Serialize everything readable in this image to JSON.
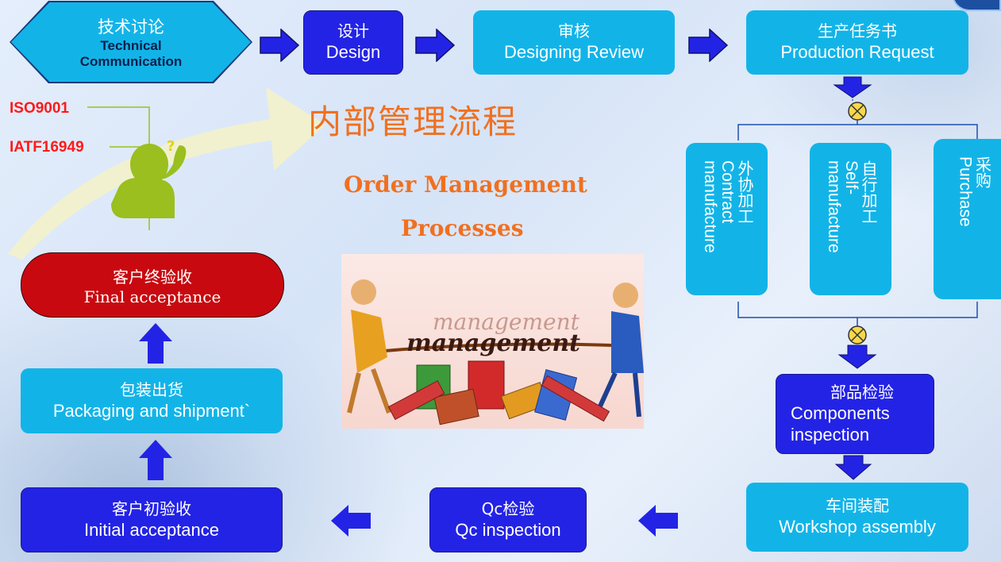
{
  "nodes": {
    "tech": {
      "zh": "技术讨论",
      "en_line1": "Technical",
      "en_line2": "Communication"
    },
    "design": {
      "zh": "设计",
      "en": "Design"
    },
    "review": {
      "zh": "审核",
      "en": "Designing Review"
    },
    "production": {
      "zh": "生产任务书",
      "en": "Production Request"
    },
    "contract": {
      "zh": "外协加工",
      "en_line1": "Contract",
      "en_line2": "manufacture"
    },
    "self": {
      "zh": "自行加工",
      "en_line1": "Self-",
      "en_line2": "manufacture"
    },
    "purchase": {
      "zh": "采购",
      "en": "Purchase"
    },
    "components": {
      "zh": "部品检验",
      "en_line1": "Components",
      "en_line2": "inspection"
    },
    "workshop": {
      "zh": "车间装配",
      "en": "Workshop assembly"
    },
    "qc": {
      "zh": "Qc检验",
      "en": "Qc inspection"
    },
    "initial": {
      "zh": "客户初验收",
      "en": "Initial acceptance"
    },
    "packaging": {
      "zh": "包装出货",
      "en": "Packaging and shipment`"
    },
    "final": {
      "zh": "客户终验收",
      "en": "Final acceptance"
    }
  },
  "standards": [
    "ISO9001",
    "IATF16949"
  ],
  "title_zh": "内部管理流程",
  "title_en_line1": "Order Management",
  "title_en_line2": "Processes",
  "image_words": [
    "management",
    "management"
  ],
  "colors": {
    "cyan": "#12b4e8",
    "blue": "#2323e6",
    "red": "#c80a10",
    "orange": "#f07020",
    "standard_red": "#ff1a1a"
  }
}
